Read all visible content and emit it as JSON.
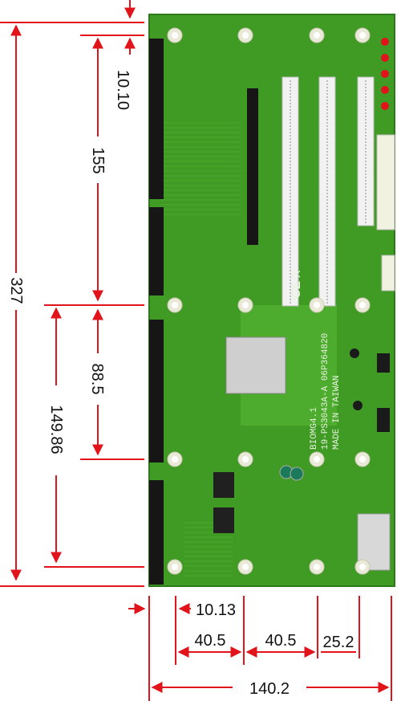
{
  "board": {
    "silkscreen": [
      "BIOMG4.1",
      "19-PS3043A-A 06P364820",
      "MADE IN TAIWAN"
    ],
    "mark_labels": [
      "CE",
      "X"
    ]
  },
  "dimensions": {
    "overall_height": "327",
    "top_offset": "10.10",
    "section_155": "155",
    "section_149": "149.86",
    "section_88": "88.5",
    "offset_bottom": "10.13",
    "pitch_a": "40.5",
    "pitch_b": "40.5",
    "pitch_c": "25.2",
    "overall_width": "140.2"
  },
  "colors": {
    "pcb": "#3f9b24",
    "pcb_light": "#63c23c",
    "dim_line": "#e0141a",
    "slot_white": "#f2f2f2",
    "slot_black": "#161616"
  }
}
